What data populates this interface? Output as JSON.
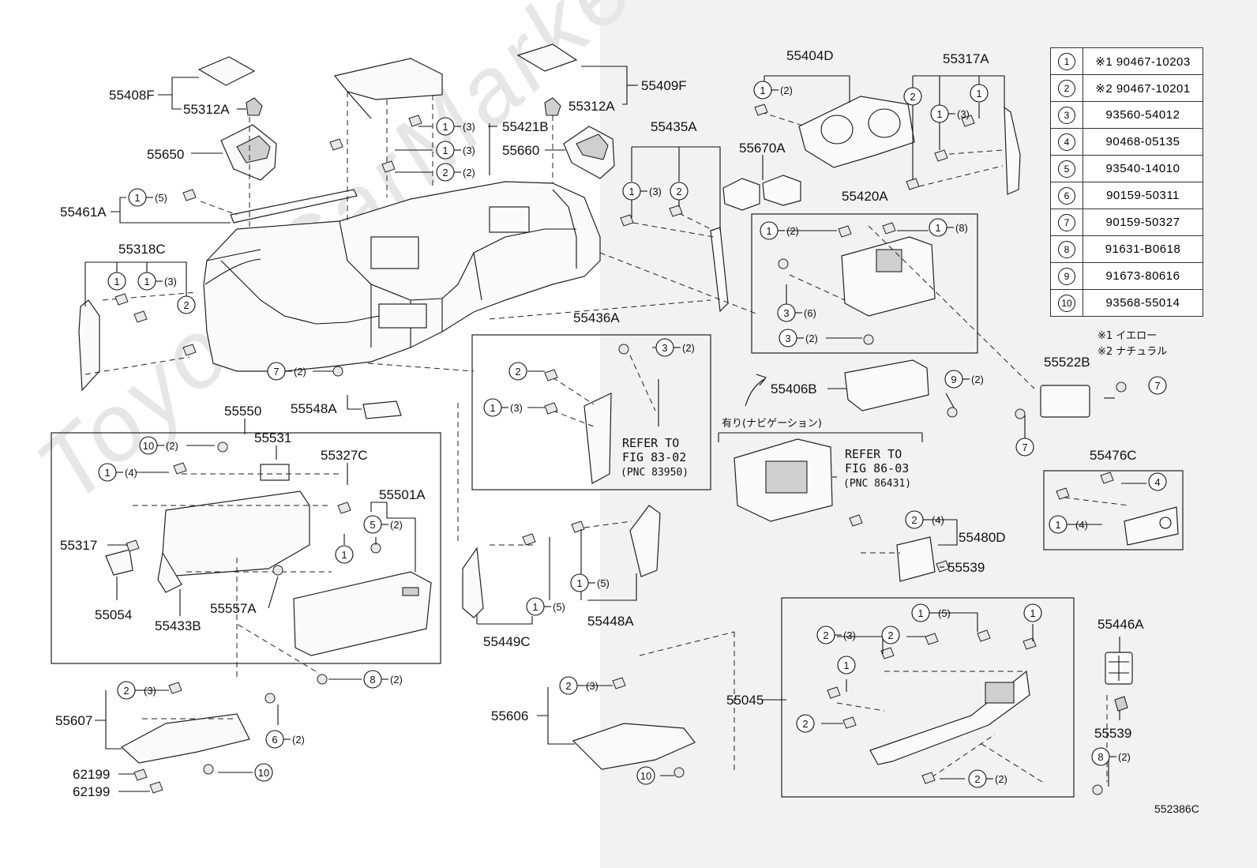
{
  "watermark": "ToyotaCarMarket",
  "diagram_code": "552386C",
  "notes": [
    "※1 イエロー",
    "※2 ナチュラル"
  ],
  "parts_table": [
    {
      "n": "1",
      "part": "※1 90467-10203"
    },
    {
      "n": "2",
      "part": "※2 90467-10201"
    },
    {
      "n": "3",
      "part": "93560-54012"
    },
    {
      "n": "4",
      "part": "90468-05135"
    },
    {
      "n": "5",
      "part": "93540-14010"
    },
    {
      "n": "6",
      "part": "90159-50311"
    },
    {
      "n": "7",
      "part": "90159-50327"
    },
    {
      "n": "8",
      "part": "91631-B0618"
    },
    {
      "n": "9",
      "part": "91673-80616"
    },
    {
      "n": "10",
      "part": "93568-55014"
    }
  ],
  "labels": {
    "p55408F": "55408F",
    "p55312A_l": "55312A",
    "p55650": "55650",
    "p55461A": "55461A",
    "p55318C": "55318C",
    "p55421B": "55421B",
    "p55660": "55660",
    "p55409F": "55409F",
    "p55312A_r": "55312A",
    "p55435A": "55435A",
    "p55404D": "55404D",
    "p55317A": "55317A",
    "p55670A": "55670A",
    "p55420A": "55420A",
    "p55436A": "55436A",
    "p55522B": "55522B",
    "p55406B": "55406B",
    "p55476C": "55476C",
    "p55550": "55550",
    "p55548A": "55548A",
    "p55531": "55531",
    "p55327C": "55327C",
    "p55501A": "55501A",
    "p55317": "55317",
    "p55054": "55054",
    "p55433B": "55433B",
    "p55557A": "55557A",
    "p55449C": "55449C",
    "p55448A": "55448A",
    "p55480D": "55480D",
    "p55539_a": "55539",
    "p55446A": "55446A",
    "p55539_b": "55539",
    "p55045": "55045",
    "p55607": "55607",
    "p55606": "55606",
    "p62199_a": "62199",
    "p62199_b": "62199"
  },
  "refs": {
    "ref1_line1": "REFER TO",
    "ref1_line2": "FIG 83-02",
    "ref1_line3": "(PNC 83950)",
    "ref2_line1": "REFER TO",
    "ref2_line2": "FIG 86-03",
    "ref2_line3": "(PNC 86431)",
    "nav_label": "有り(ナビゲーション)"
  },
  "callouts": [
    {
      "n": "1",
      "q": "(3)"
    },
    {
      "n": "1",
      "q": "(3)"
    },
    {
      "n": "2",
      "q": "(2)"
    },
    {
      "n": "1",
      "q": "(5)"
    },
    {
      "n": "1",
      "q": ""
    },
    {
      "n": "1",
      "q": "(3)"
    },
    {
      "n": "2",
      "q": ""
    },
    {
      "n": "1",
      "q": "(3)"
    },
    {
      "n": "2",
      "q": ""
    },
    {
      "n": "1",
      "q": "(2)"
    },
    {
      "n": "2",
      "q": ""
    },
    {
      "n": "1",
      "q": "(3)"
    },
    {
      "n": "1",
      "q": ""
    },
    {
      "n": "1",
      "q": "(2)"
    },
    {
      "n": "1",
      "q": "(8)"
    },
    {
      "n": "3",
      "q": "(6)"
    },
    {
      "n": "3",
      "q": "(2)"
    },
    {
      "n": "3",
      "q": "(2)"
    },
    {
      "n": "2",
      "q": ""
    },
    {
      "n": "1",
      "q": "(3)"
    },
    {
      "n": "7",
      "q": "(2)"
    },
    {
      "n": "9",
      "q": "(2)"
    },
    {
      "n": "7",
      "q": ""
    },
    {
      "n": "7",
      "q": ""
    },
    {
      "n": "4",
      "q": ""
    },
    {
      "n": "1",
      "q": "(4)"
    },
    {
      "n": "10",
      "q": "(2)"
    },
    {
      "n": "1",
      "q": "(4)"
    },
    {
      "n": "5",
      "q": "(2)"
    },
    {
      "n": "1",
      "q": ""
    },
    {
      "n": "1",
      "q": "(5)"
    },
    {
      "n": "1",
      "q": "(5)"
    },
    {
      "n": "2",
      "q": "(4)"
    },
    {
      "n": "1",
      "q": "(5)"
    },
    {
      "n": "1",
      "q": ""
    },
    {
      "n": "2",
      "q": "(3)"
    },
    {
      "n": "2",
      "q": ""
    },
    {
      "n": "1",
      "q": ""
    },
    {
      "n": "2",
      "q": ""
    },
    {
      "n": "2",
      "q": "(2)"
    },
    {
      "n": "8",
      "q": "(2)"
    },
    {
      "n": "8",
      "q": "(2)"
    },
    {
      "n": "2",
      "q": "(3)"
    },
    {
      "n": "2",
      "q": "(3)"
    },
    {
      "n": "6",
      "q": "(2)"
    },
    {
      "n": "10",
      "q": ""
    },
    {
      "n": "10",
      "q": ""
    }
  ]
}
